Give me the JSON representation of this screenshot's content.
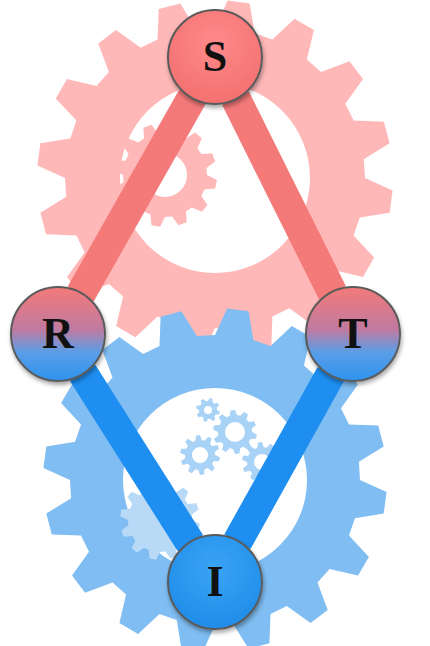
{
  "diagram": {
    "nodes": [
      {
        "text": [
          "S"
        ]
      },
      {
        "text": [
          "R"
        ]
      },
      {
        "text": [
          "T"
        ]
      },
      {
        "text": [
          "I"
        ]
      }
    ],
    "edges": [
      {
        "from": 0,
        "to": 1,
        "arrow": "none"
      },
      {
        "from": 0,
        "to": 2,
        "arrow": "none"
      },
      {
        "from": 1,
        "to": 3,
        "arrow": "none"
      },
      {
        "from": 2,
        "to": 3,
        "arrow": "none"
      }
    ]
  }
}
